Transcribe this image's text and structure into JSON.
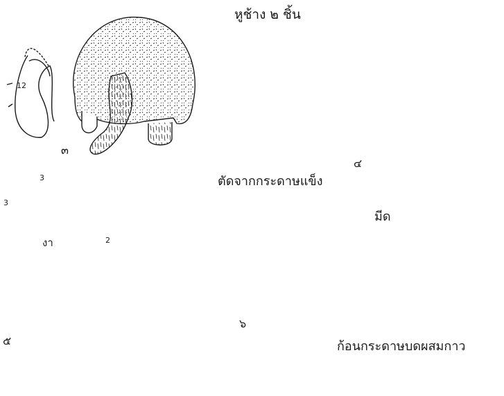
{
  "labels": {
    "ear_two_pieces": "หูช้าง ๒ ชิ้น",
    "cut_from_cardboard": "ตัดจากกระดาษแข็ง",
    "knife": "มีด",
    "paper_mache_lump": "ก้อนกระดาษบดผสมกาว",
    "tusk": "งา"
  },
  "step_numbers": {
    "step3": "๓",
    "step4": "๔",
    "step5": "๕",
    "step6": "๖"
  },
  "dimensions": {
    "trunk_length": "12",
    "tusk_width": "3",
    "tusk_height": "3",
    "tusk_tip": "2"
  },
  "colors": {
    "ink": "#1a1a1a",
    "paper": "#ffffff"
  }
}
